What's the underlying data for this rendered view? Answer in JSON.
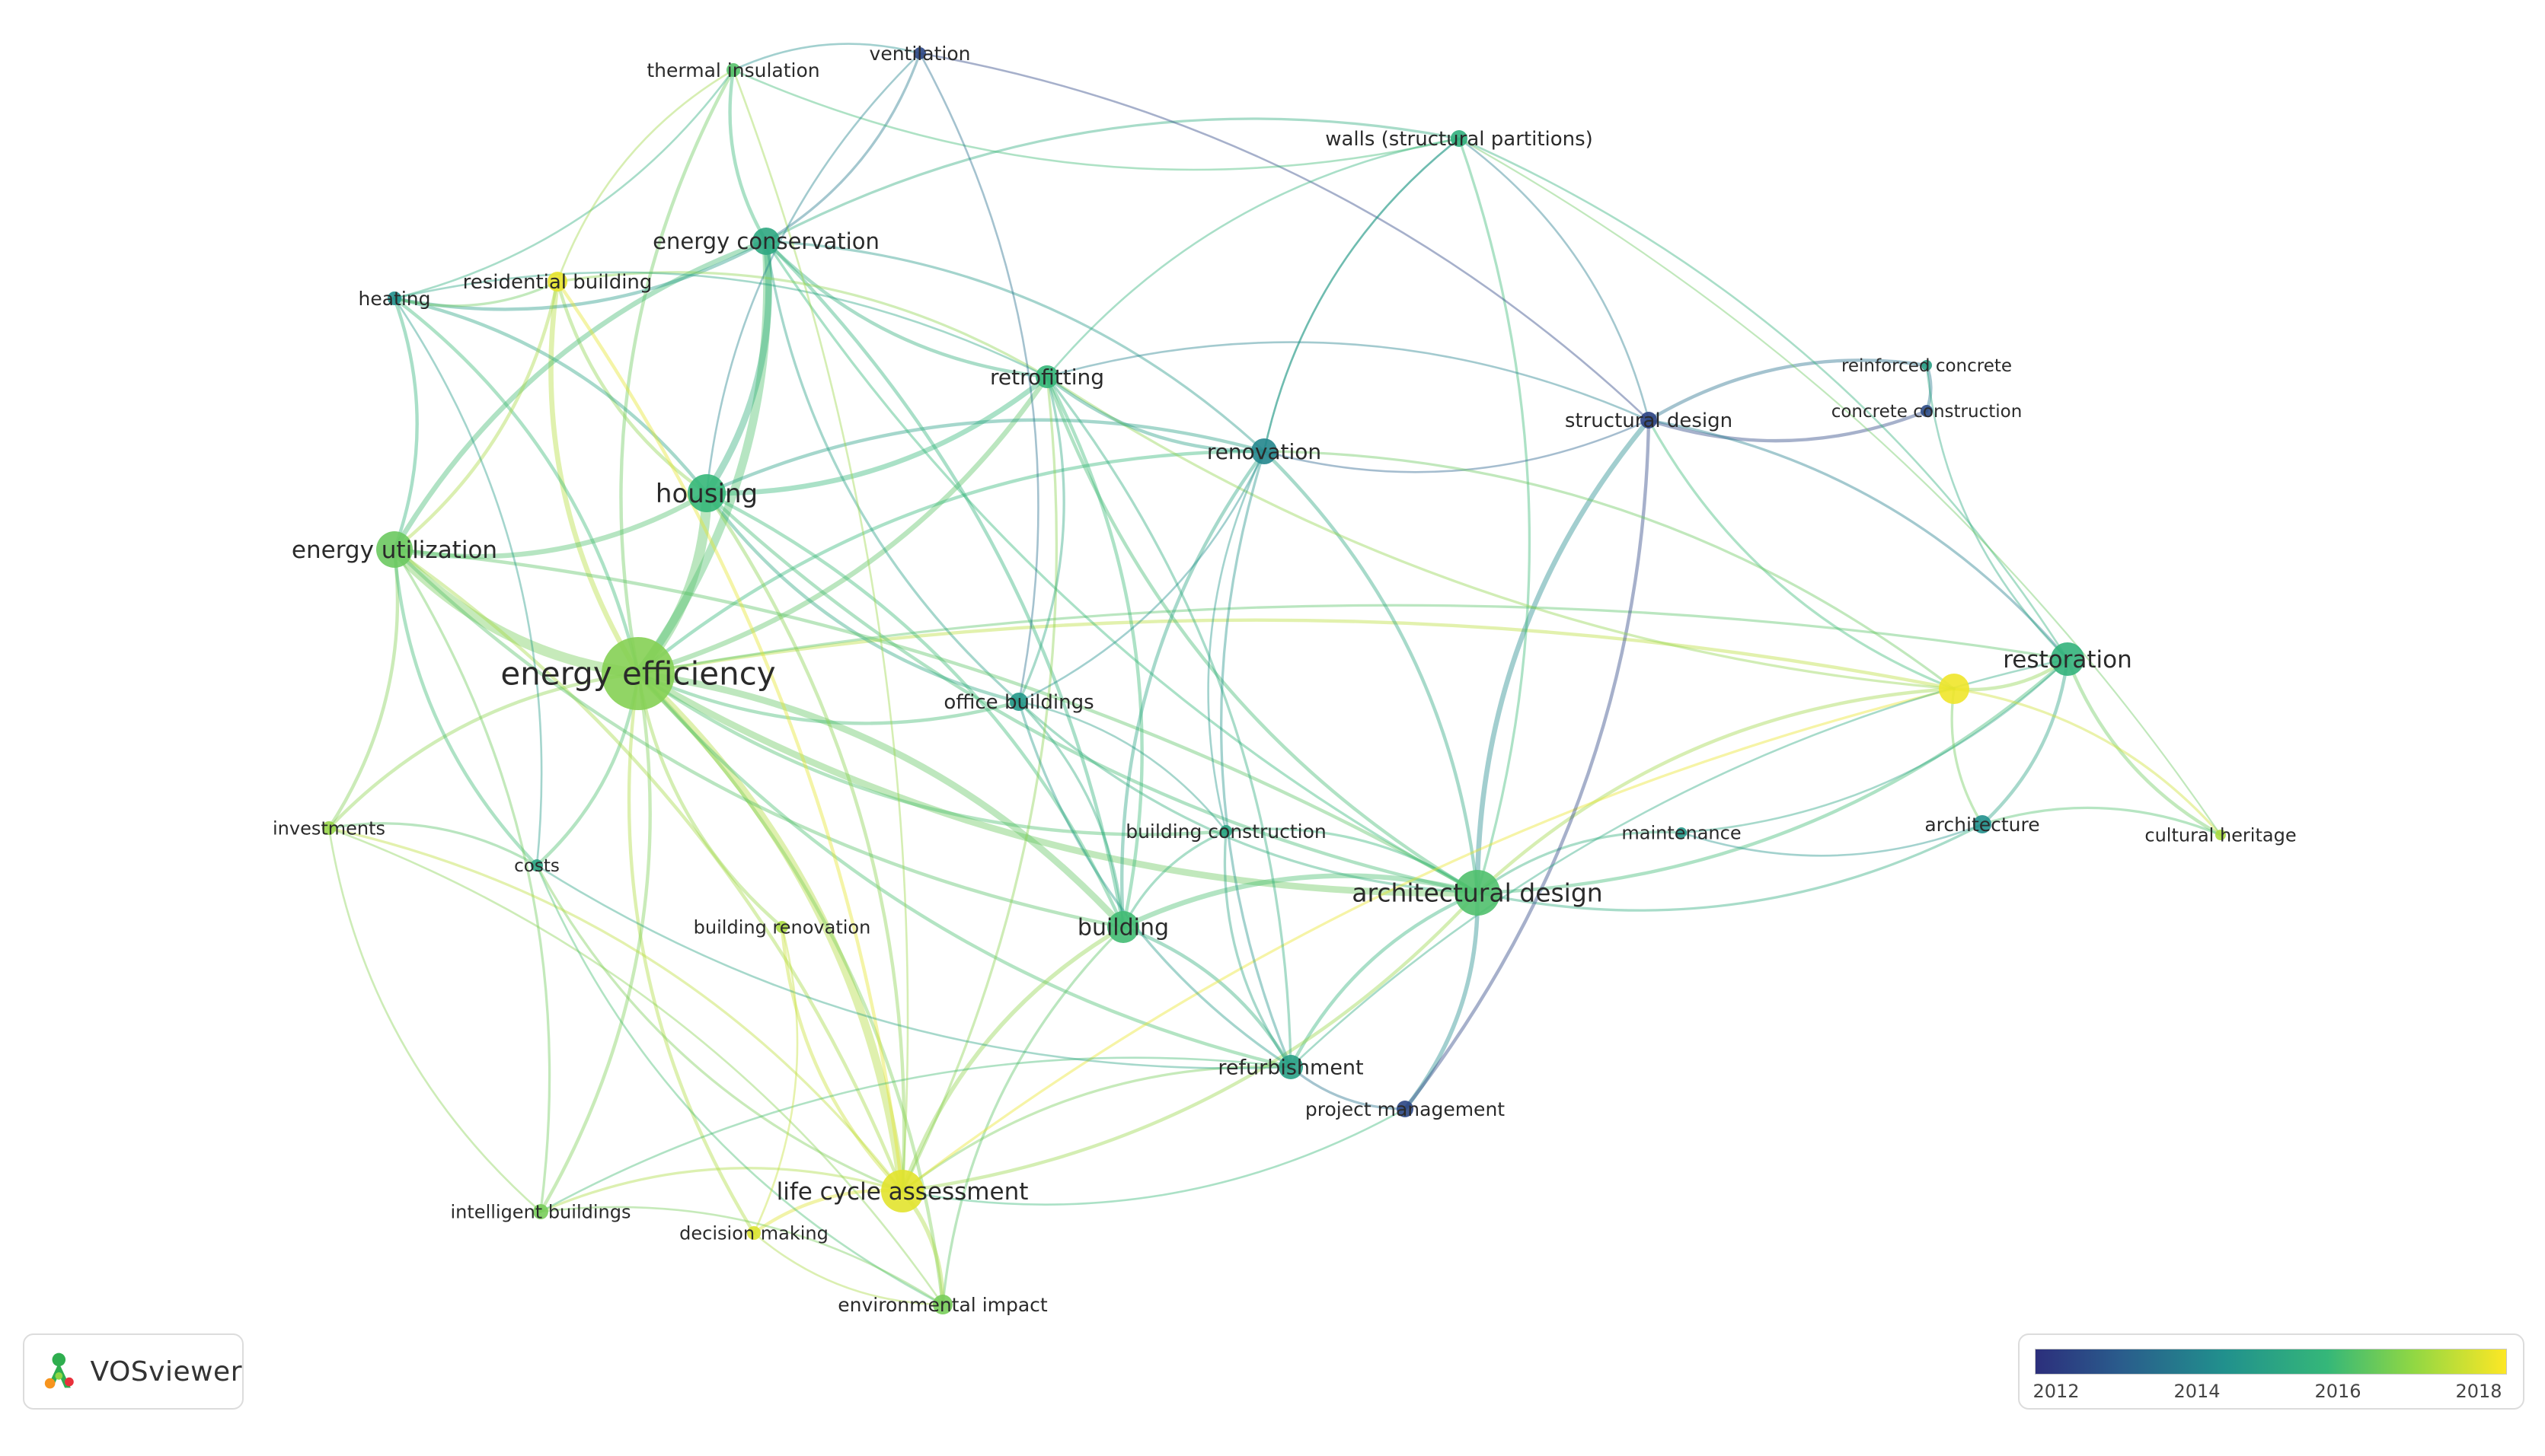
{
  "app": {
    "brand": "VOSviewer"
  },
  "legend": {
    "ticks": [
      "2012",
      "2014",
      "2016",
      "2018"
    ],
    "colors": [
      "#2c2f7c",
      "#21908d",
      "#35b779",
      "#fde725"
    ]
  },
  "network": {
    "nodes": [
      {
        "id": "thermal-insulation",
        "label": "thermal insulation",
        "year": 2015.5
      },
      {
        "id": "ventilation",
        "label": "ventilation",
        "year": 2012.5
      },
      {
        "id": "walls",
        "label": "walls (structural partitions)",
        "year": 2014.8
      },
      {
        "id": "energy-conservation",
        "label": "energy conservation",
        "year": 2014.6
      },
      {
        "id": "heating",
        "label": "heating",
        "year": 2014.0
      },
      {
        "id": "residential-building",
        "label": "residential building",
        "year": 2017.7
      },
      {
        "id": "retrofitting",
        "label": "retrofitting",
        "year": 2015.0
      },
      {
        "id": "reinforced-concrete",
        "label": "reinforced concrete",
        "year": 2014.4
      },
      {
        "id": "concrete-construction",
        "label": "concrete construction",
        "year": 2012.6
      },
      {
        "id": "structural-design",
        "label": "structural design",
        "year": 2012.4
      },
      {
        "id": "renovation",
        "label": "renovation",
        "year": 2013.8
      },
      {
        "id": "housing",
        "label": "housing",
        "year": 2015.0
      },
      {
        "id": "energy-utilization",
        "label": "energy utilization",
        "year": 2015.8
      },
      {
        "id": "energy-efficiency",
        "label": "energy efficiency",
        "year": 2016.2
      },
      {
        "id": "office-buildings",
        "label": "office buildings",
        "year": 2014.2
      },
      {
        "id": "restoration",
        "label": "restoration",
        "year": 2014.9
      },
      {
        "id": "unlabeled-yellow",
        "label": "",
        "year": 2017.8
      },
      {
        "id": "investments",
        "label": "investments",
        "year": 2016.5
      },
      {
        "id": "costs",
        "label": "costs",
        "year": 2014.5
      },
      {
        "id": "building-construction",
        "label": "building construction",
        "year": 2014.5
      },
      {
        "id": "maintenance",
        "label": "maintenance",
        "year": 2014.2
      },
      {
        "id": "architecture",
        "label": "architecture",
        "year": 2014.0
      },
      {
        "id": "cultural-heritage",
        "label": "cultural heritage",
        "year": 2016.8
      },
      {
        "id": "architectural-design",
        "label": "architectural design",
        "year": 2015.4
      },
      {
        "id": "building",
        "label": "building",
        "year": 2015.2
      },
      {
        "id": "building-renovation",
        "label": "building renovation",
        "year": 2016.8
      },
      {
        "id": "refurbishment",
        "label": "refurbishment",
        "year": 2014.4
      },
      {
        "id": "project-management",
        "label": "project management",
        "year": 2012.5
      },
      {
        "id": "life-cycle-assessment",
        "label": "life cycle assessment",
        "year": 2017.6
      },
      {
        "id": "intelligent-buildings",
        "label": "intelligent buildings",
        "year": 2016.0
      },
      {
        "id": "decision-making",
        "label": "decision making",
        "year": 2017.5
      },
      {
        "id": "environmental-impact",
        "label": "environmental impact",
        "year": 2016.0
      }
    ]
  }
}
